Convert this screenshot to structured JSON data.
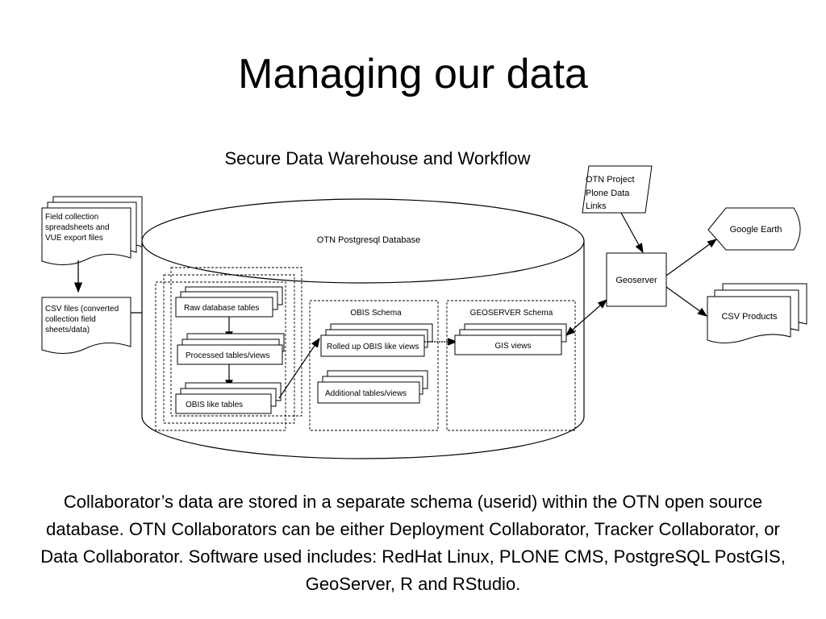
{
  "slide": {
    "title": "Managing our data",
    "subtitle": "Secure Data Warehouse and Workflow",
    "caption": "Collaborator’s data are stored in a separate schema (userid) within the OTN open source database. OTN Collaborators can be either Deployment Collaborator, Tracker Collaborator, or Data Collaborator. Software used includes: RedHat Linux, PLONE CMS, PostgreSQL PostGIS, GeoServer, R and RStudio."
  },
  "diagram": {
    "field_docs": [
      "Field collection",
      "spreadsheets and",
      "VUE export files"
    ],
    "csv_docs": [
      "CSV files (converted",
      "collection field",
      "sheets/data)"
    ],
    "database_label": "OTN Postgresql Database",
    "raw_tables": "Raw database tables",
    "processed_tables": "Processed tables/views",
    "obis_like_tables": "OBIS like tables",
    "obis_schema": "OBIS Schema",
    "rolled_up": "Rolled up OBIS like views",
    "additional": "Additional tables/views",
    "geoserver_schema": "GEOSERVER Schema",
    "gis_views": "GIS views",
    "otn_project": [
      "OTN Project",
      "Plone Data",
      "Links"
    ],
    "geoserver": "Geoserver",
    "google_earth": "Google Earth",
    "csv_products": "CSV Products"
  }
}
